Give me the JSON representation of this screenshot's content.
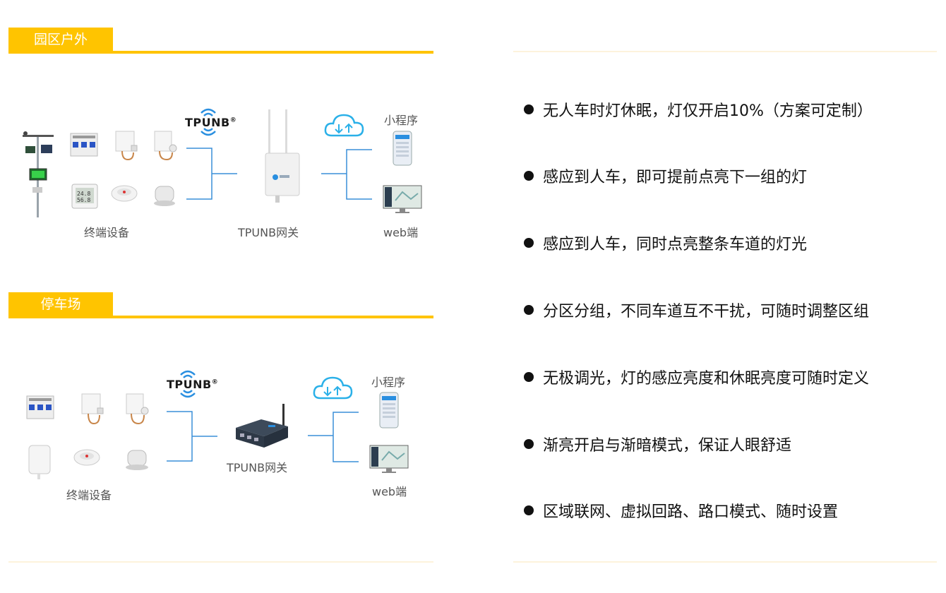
{
  "sections": {
    "outdoor": {
      "tab": "园区户外",
      "brand": "TPUNB",
      "brand_mark": "®",
      "terminal_label": "终端设备",
      "gateway_label": "TPUNB网关",
      "miniprogram_label": "小程序",
      "web_label": "web端"
    },
    "parking": {
      "tab": "停车场",
      "brand": "TPUNB",
      "brand_mark": "®",
      "terminal_label": "终端设备",
      "gateway_label": "TPUNB网关",
      "miniprogram_label": "小程序",
      "web_label": "web端"
    }
  },
  "features": [
    "无人车时灯休眠，灯仅开启10%（方案可定制）",
    "感应到人车，即可提前点亮下一组的灯",
    "感应到人车，同时点亮整条车道的灯光",
    "分区分组，不同车道互不干扰，可随时调整区组",
    "无极调光，灯的感应亮度和休眠亮度可随时定义",
    "渐亮开启与渐暗模式，保证人眼舒适",
    "区域联网、虚拟回路、路口模式、随时设置"
  ],
  "colors": {
    "accent": "#ffc400",
    "connector": "#3a8fd8",
    "cloud": "#2ab0e8"
  }
}
